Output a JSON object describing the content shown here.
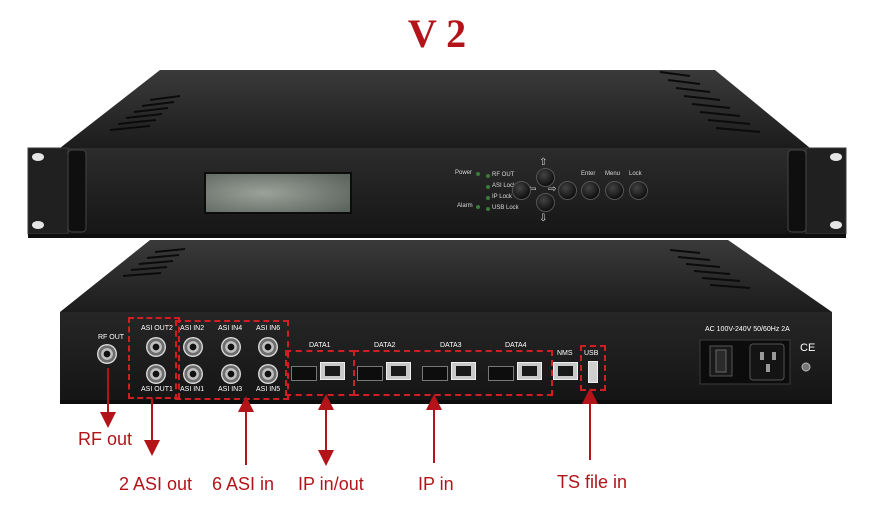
{
  "title": {
    "text": "V 2",
    "color": "#b3141a"
  },
  "front_panel": {
    "indicators_left": [
      "Power",
      "Alarm"
    ],
    "indicators_right": [
      "RF OUT",
      "ASI Lock",
      "IP Lock",
      "USB Lock"
    ],
    "buttons": [
      "Enter",
      "Menu",
      "Lock"
    ]
  },
  "rear_panel": {
    "rf_out": "RF OUT",
    "asi_out": [
      "ASI OUT2",
      "ASI OUT1"
    ],
    "asi_in_top": [
      "ASI IN2",
      "ASI IN4",
      "ASI IN6"
    ],
    "asi_in_bottom": [
      "ASI IN1",
      "ASI IN3",
      "ASI IN5"
    ],
    "data_ports": [
      "DATA1",
      "DATA2",
      "DATA3",
      "DATA4"
    ],
    "nms": "NMS",
    "usb": "USB",
    "power_spec": "AC 100V-240V 50/60Hz 2A",
    "ce_mark": "CE"
  },
  "annotations": [
    {
      "id": "rf",
      "text": "RF out"
    },
    {
      "id": "asi-out",
      "text": "2 ASI out"
    },
    {
      "id": "asi-in",
      "text": "6 ASI in"
    },
    {
      "id": "ip-inout",
      "text": "IP in/out"
    },
    {
      "id": "ip-in",
      "text": "IP in"
    },
    {
      "id": "ts",
      "text": "TS file in"
    }
  ],
  "colors": {
    "annotation": "#b3141a",
    "dash": "#d11e25",
    "chassis": "#1e1e1e"
  }
}
